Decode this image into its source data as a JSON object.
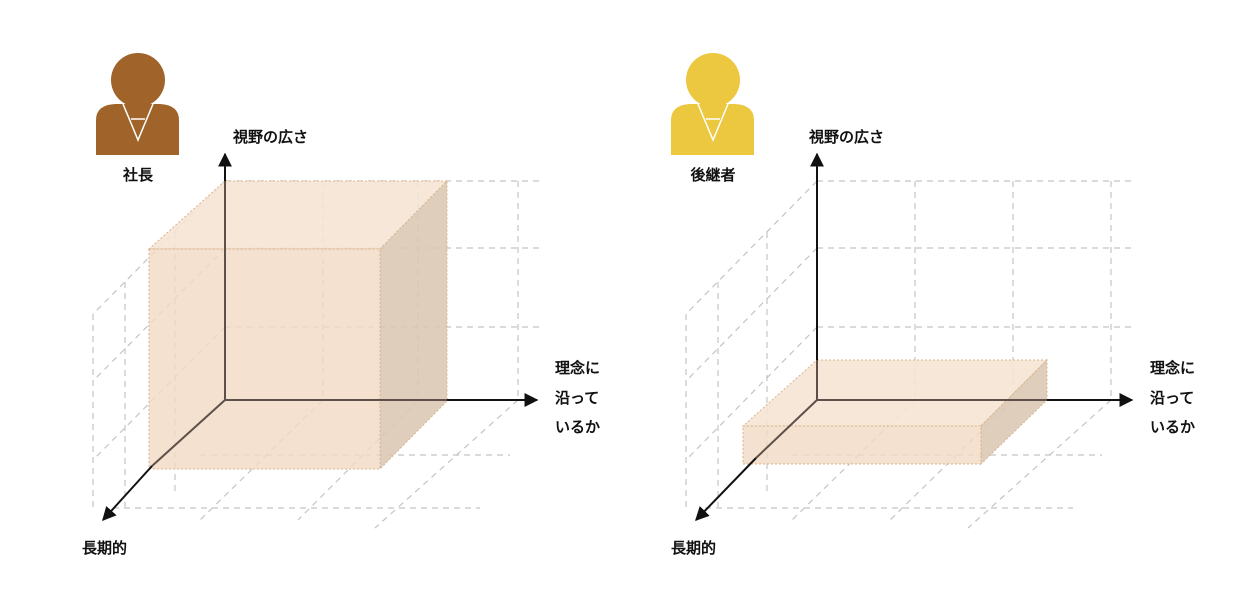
{
  "panels": [
    {
      "role": "社長",
      "person_color": "#a0642a",
      "axis_labels": {
        "vertical": "視野の広さ",
        "depth": "長期的",
        "horizontal": [
          "理念に",
          "沿って",
          "いるか"
        ]
      }
    },
    {
      "role": "後継者",
      "person_color": "#ecc840",
      "axis_labels": {
        "vertical": "視野の広さ",
        "depth": "長期的",
        "horizontal": [
          "理念に",
          "沿って",
          "いるか"
        ]
      }
    }
  ],
  "volume_level": {
    "社長": 1.0,
    "後継者": 0.22
  },
  "colors": {
    "volume_front": "#f1dbc4",
    "volume_top": "#f5e4d4",
    "volume_side": "#dcc9b5",
    "volume_edge": "#d9b48c",
    "axis": "#111111",
    "inner_axis": "#5c5048",
    "grid": "#c4c4c4"
  }
}
